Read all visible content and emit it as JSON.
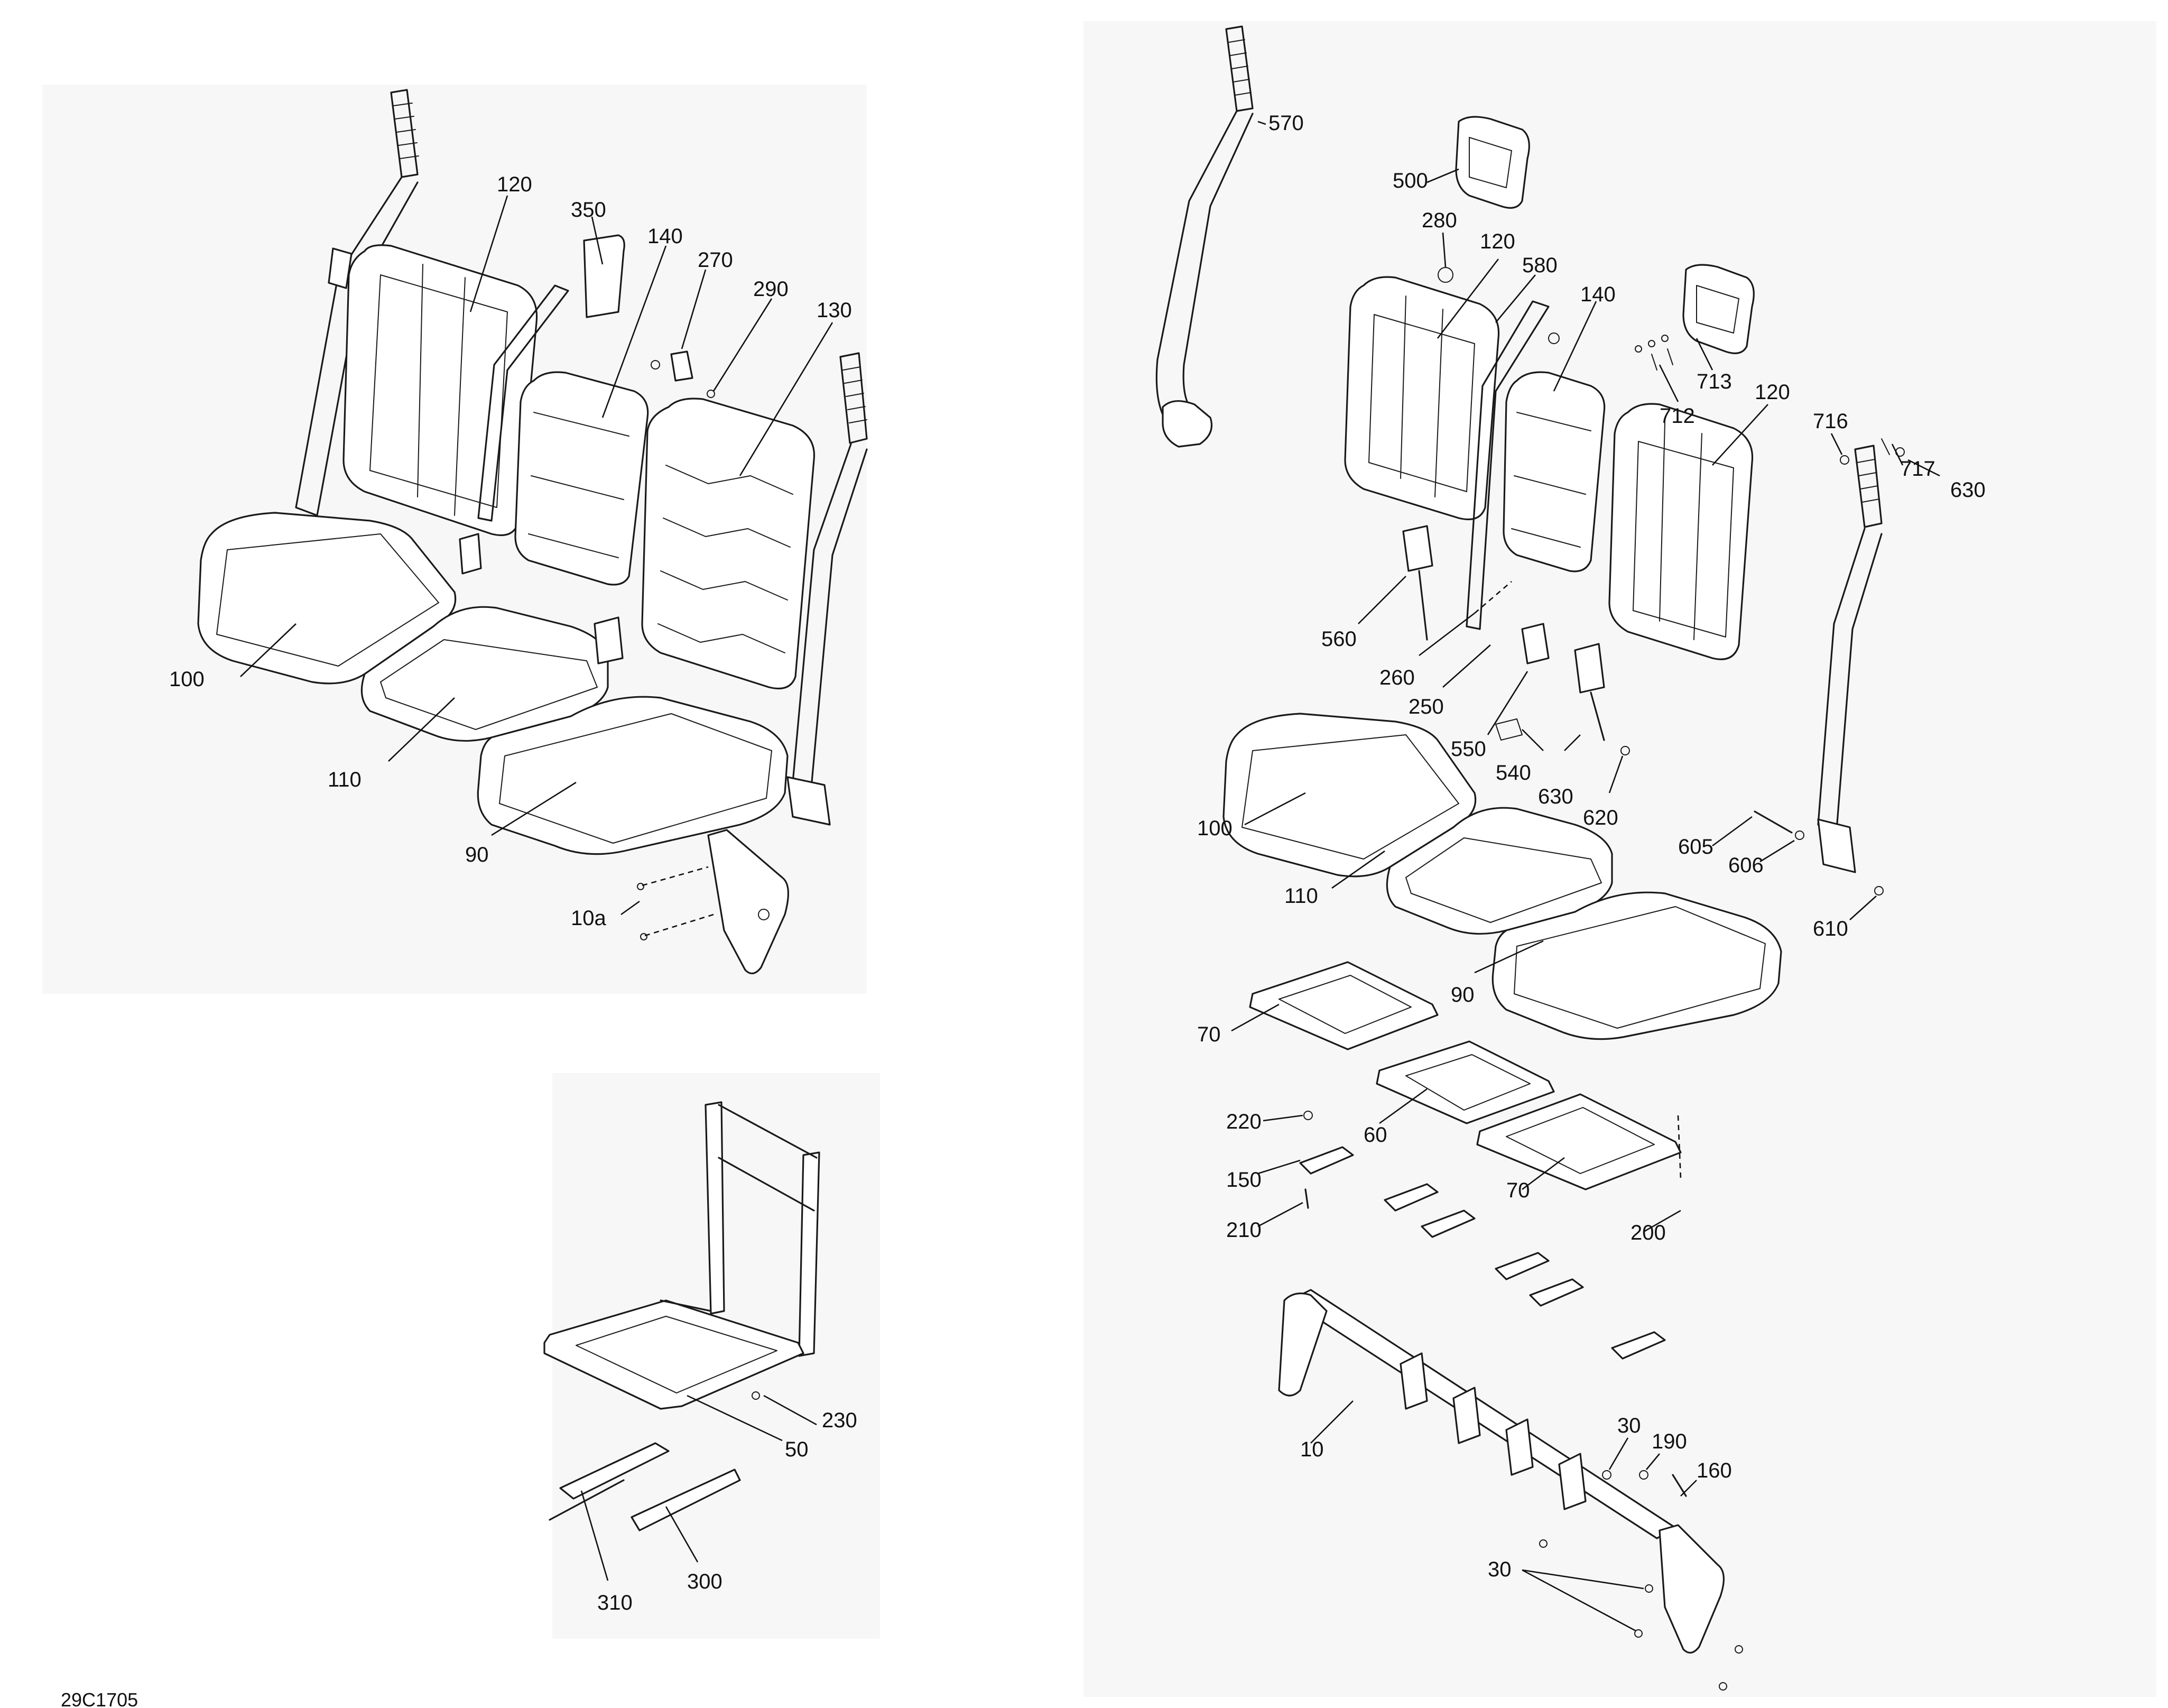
{
  "drawing_code": "29C1705",
  "callouts": {
    "a100": "100",
    "a110": "110",
    "a90": "90",
    "a120": "120",
    "a350": "350",
    "a140": "140",
    "a270": "270",
    "a290": "290",
    "a130": "130",
    "a10a": "10a",
    "b230": "230",
    "b50": "50",
    "b310": "310",
    "b300": "300",
    "c570": "570",
    "c500": "500",
    "c280": "280",
    "c120a": "120",
    "c580": "580",
    "c140": "140",
    "c713": "713",
    "c712": "712",
    "c120b": "120",
    "c716": "716",
    "c717": "717",
    "c630a": "630",
    "c560": "560",
    "c260": "260",
    "c250": "250",
    "c550": "550",
    "c540": "540",
    "c630b": "630",
    "c620": "620",
    "c605": "605",
    "c606": "606",
    "c610": "610",
    "c100": "100",
    "c110": "110",
    "c90": "90",
    "c70a": "70",
    "c60": "60",
    "c70b": "70",
    "c220": "220",
    "c150": "150",
    "c210": "210",
    "c200": "200",
    "c10": "10",
    "c30a": "30",
    "c190": "190",
    "c160": "160",
    "c30b": "30"
  }
}
